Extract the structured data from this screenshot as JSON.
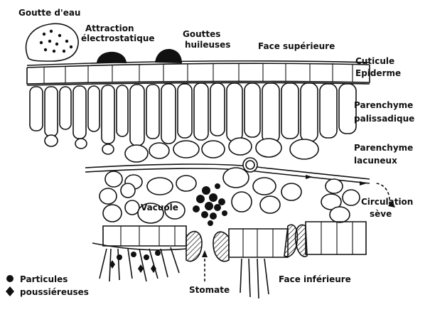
{
  "labels": {
    "goutte_eau": "Goutte d'eau",
    "attraction_1": "Attraction",
    "attraction_2": "électrostatique",
    "gouttes_1": "Gouttes",
    "gouttes_2": "huileuses",
    "face_sup": "Face supérieure",
    "cuticule": "Cuticule",
    "epiderme": "Epiderme",
    "paren_pal_1": "Parenchyme",
    "paren_pal_2": "palissadique",
    "paren_lac_1": "Parenchyme",
    "paren_lac_2": "lacuneux",
    "circ_1": "Circulation",
    "circ_2": "sève",
    "vacuole": "Vacuole",
    "particules": "Particules",
    "poussiereuses": "poussiéreuses",
    "stomate": "Stomate",
    "face_inf": "Face inférieure"
  },
  "legend": {
    "circle_symbol": "circle",
    "diamond_symbol": "diamond"
  }
}
